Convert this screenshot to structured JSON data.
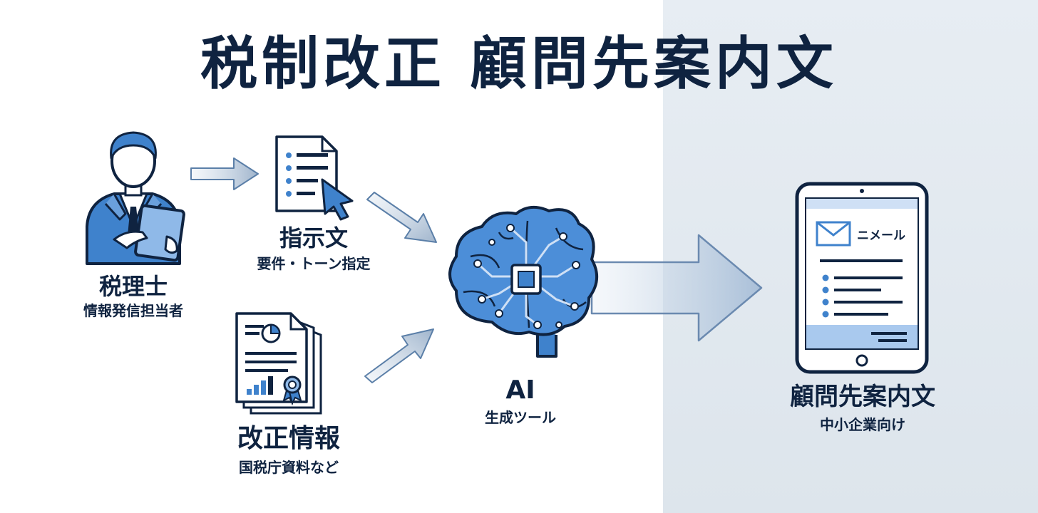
{
  "title": "税制改正 顧問先案内文",
  "nodes": {
    "tax_accountant": {
      "label": "税理士",
      "sub": "情報発信担当者"
    },
    "instruction": {
      "label": "指示文",
      "sub": "要件・トーン指定"
    },
    "revision_info": {
      "label": "改正情報",
      "sub": "国税庁資料など"
    },
    "ai": {
      "label": "AI",
      "sub": "生成ツール"
    },
    "output": {
      "label": "顧問先案内文",
      "sub": "中小企業向け",
      "screen_text": "ニメール"
    }
  },
  "colors": {
    "navy": "#0f2340",
    "blue": "#3b7cc9",
    "light_blue": "#cfe0f5",
    "panel": "#e3eaf1"
  },
  "icons": [
    "person-icon",
    "tablet-icon",
    "document-icon",
    "cursor-icon",
    "report-stack-icon",
    "pie-chart-icon",
    "bar-chart-icon",
    "award-icon",
    "brain-icon",
    "chip-icon",
    "tablet-device-icon",
    "mail-icon"
  ]
}
